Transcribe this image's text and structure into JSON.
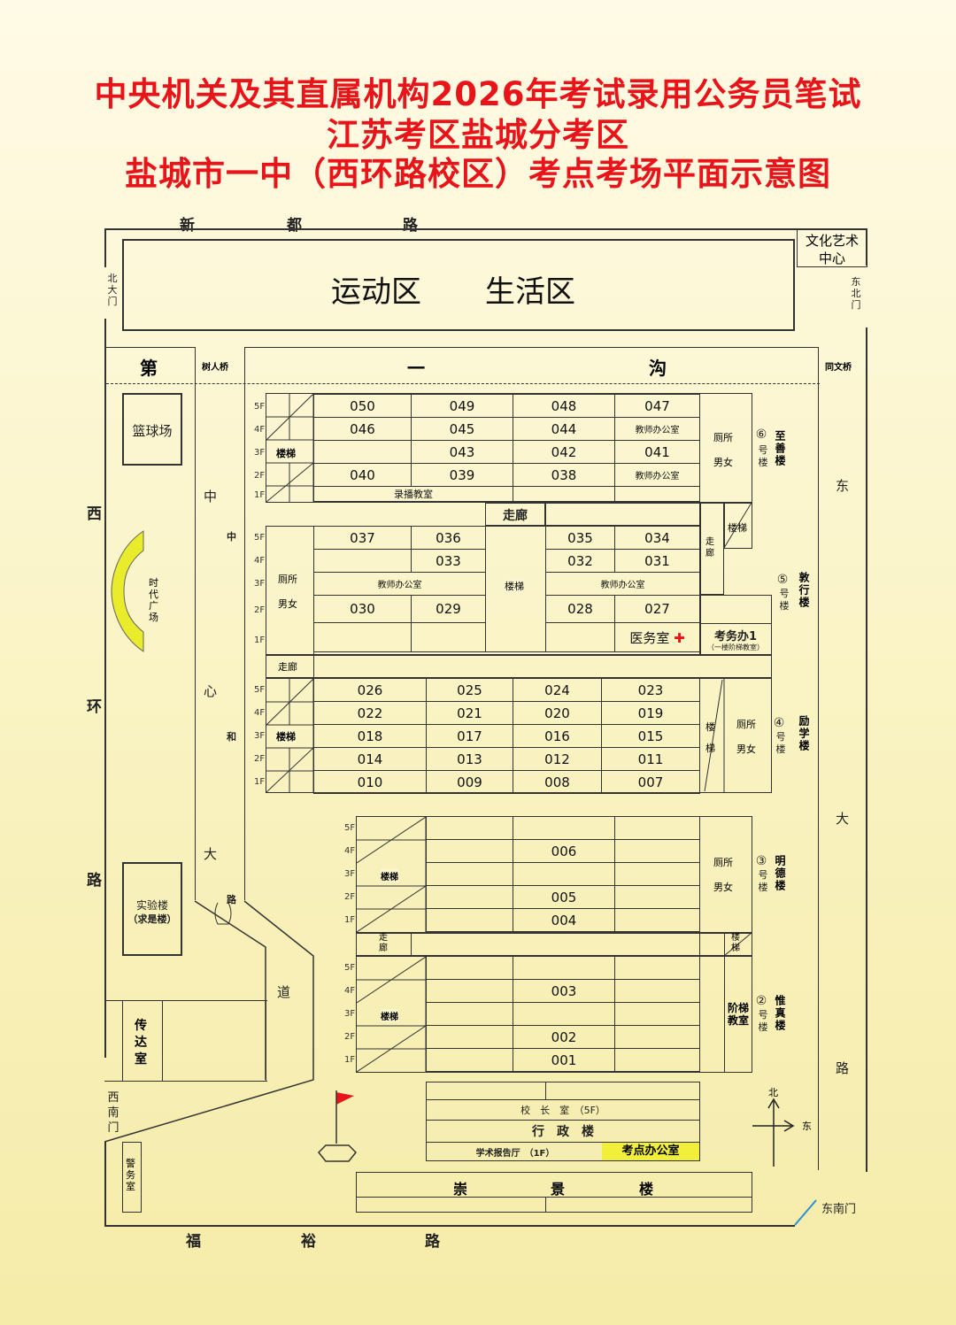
{
  "title": {
    "line1": "中央机关及其直属机构2026年考试录用公务员笔试",
    "line2": "江苏考区盐城分考区",
    "line3": "盐城市一中（西环路校区）考点考场平面示意图"
  },
  "roads": {
    "north": [
      "新",
      "都",
      "路"
    ],
    "south": [
      "福",
      "裕",
      "路"
    ],
    "west": [
      "西",
      "环",
      "路"
    ],
    "east": [
      "东",
      "大",
      "路"
    ],
    "central": [
      "中",
      "心",
      "大",
      "道"
    ],
    "central_side": [
      "中",
      "和",
      "路"
    ],
    "canal": [
      "第",
      "一",
      "沟"
    ],
    "bridge_left": "树人桥",
    "bridge_right": "同文桥"
  },
  "gates": {
    "north": "北大门",
    "east_north": "东北门",
    "west_south": "西南门",
    "east_south": "东南门"
  },
  "areas": {
    "sports": "运动区",
    "living": "生活区",
    "culture": "文化艺术中心",
    "basketball": "篮球场",
    "plaza": "时代广场",
    "lab": "实验楼",
    "lab_sub": "（求是楼）",
    "reception": "传达室",
    "police": "警务室"
  },
  "common": {
    "stairs": "楼梯",
    "toilet": "厕所",
    "gender": "男女",
    "corridor": "走廊",
    "teacher_office": "教师办公室",
    "floors5": [
      "5F",
      "4F",
      "3F",
      "2F",
      "1F"
    ]
  },
  "building6": {
    "num": "⑥",
    "hao": "号楼",
    "name": "至善楼",
    "rows": [
      [
        "050",
        "049",
        "048",
        "047"
      ],
      [
        "046",
        "045",
        "044",
        "教师办公室"
      ],
      [
        "",
        "043",
        "042",
        "041"
      ],
      [
        "040",
        "039",
        "038",
        "教师办公室"
      ]
    ],
    "first_floor": "录播教室"
  },
  "corridor_mid": "走廊",
  "building5": {
    "num": "⑤",
    "hao": "号楼",
    "name": "敦行楼",
    "stairs": "楼梯",
    "row5": [
      "037",
      "036",
      "035",
      "034"
    ],
    "row4": [
      "",
      "033",
      "032",
      "031"
    ],
    "row2": [
      "030",
      "029",
      "028",
      "027"
    ],
    "medical": "医务室",
    "exam_office": "考务办1",
    "exam_office_sub": "（一楼阶梯教室）"
  },
  "building4": {
    "num": "④",
    "hao": "号楼",
    "name": "励学楼",
    "rows": [
      [
        "026",
        "025",
        "024",
        "023"
      ],
      [
        "022",
        "021",
        "020",
        "019"
      ],
      [
        "018",
        "017",
        "016",
        "015"
      ],
      [
        "014",
        "013",
        "012",
        "011"
      ],
      [
        "010",
        "009",
        "008",
        "007"
      ]
    ]
  },
  "building3": {
    "num": "③",
    "hao": "号楼",
    "name": "明德楼",
    "rows": [
      [
        "",
        "",
        "",
        ""
      ],
      [
        "",
        "006",
        "",
        ""
      ],
      [
        "",
        "",
        "",
        ""
      ],
      [
        "",
        "005",
        "",
        ""
      ],
      [
        "",
        "004",
        "",
        ""
      ]
    ]
  },
  "building2": {
    "num": "②",
    "hao": "号楼",
    "name": "惟真楼",
    "rows": [
      [
        "",
        "",
        "",
        ""
      ],
      [
        "",
        "003",
        "",
        ""
      ],
      [
        "",
        "",
        "",
        ""
      ],
      [
        "",
        "002",
        "",
        ""
      ],
      [
        "",
        "001",
        "",
        ""
      ]
    ],
    "lecture": "阶梯教室"
  },
  "admin": {
    "principal": "校　长　室　（5F）",
    "name": "行　政　楼",
    "hall": "学术报告厅　（1F）",
    "site_office": "考点办公室"
  },
  "chongjing": [
    "崇",
    "景",
    "楼"
  ],
  "compass": {
    "north": "北",
    "east": "东"
  },
  "colors": {
    "title": "#e8141a",
    "plaza": "#e8ec2a",
    "office_hl": "#f2ef3a",
    "medical": "#e8141a"
  }
}
